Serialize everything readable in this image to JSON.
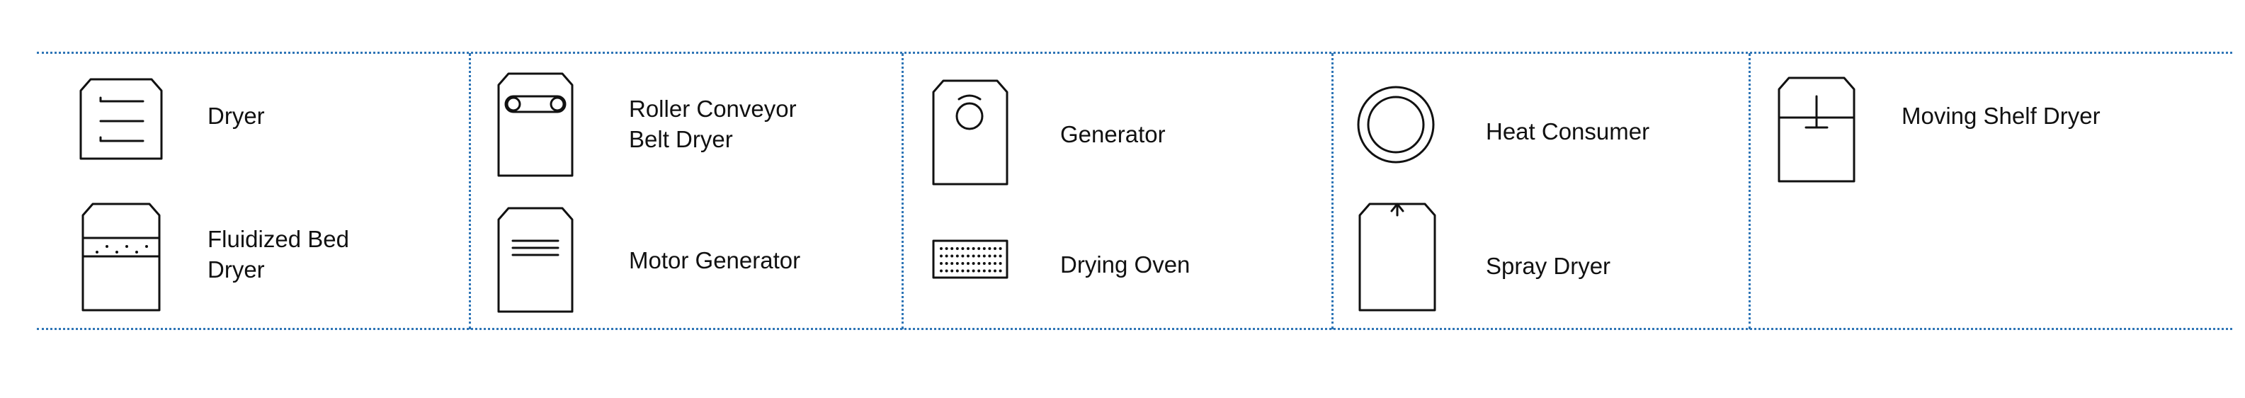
{
  "legend": {
    "items": [
      {
        "id": "dryer",
        "label": "Dryer",
        "icon": "dryer-icon"
      },
      {
        "id": "fluidized-bed-dryer",
        "label": "Fluidized Bed\nDryer",
        "icon": "fluidized-bed-dryer-icon"
      },
      {
        "id": "roller-conveyor-belt-dryer",
        "label": "Roller Conveyor\nBelt Dryer",
        "icon": "roller-conveyor-belt-dryer-icon"
      },
      {
        "id": "motor-generator",
        "label": "Motor Generator",
        "icon": "motor-generator-icon"
      },
      {
        "id": "generator",
        "label": "Generator",
        "icon": "generator-icon"
      },
      {
        "id": "drying-oven",
        "label": "Drying Oven",
        "icon": "drying-oven-icon"
      },
      {
        "id": "heat-consumer",
        "label": "Heat Consumer",
        "icon": "heat-consumer-icon"
      },
      {
        "id": "spray-dryer",
        "label": "Spray Dryer",
        "icon": "spray-dryer-icon"
      },
      {
        "id": "moving-shelf-dryer",
        "label": "Moving Shelf Dryer",
        "icon": "moving-shelf-dryer-icon"
      }
    ]
  },
  "colors": {
    "divider": "#2e75b6",
    "stroke": "#111111"
  }
}
